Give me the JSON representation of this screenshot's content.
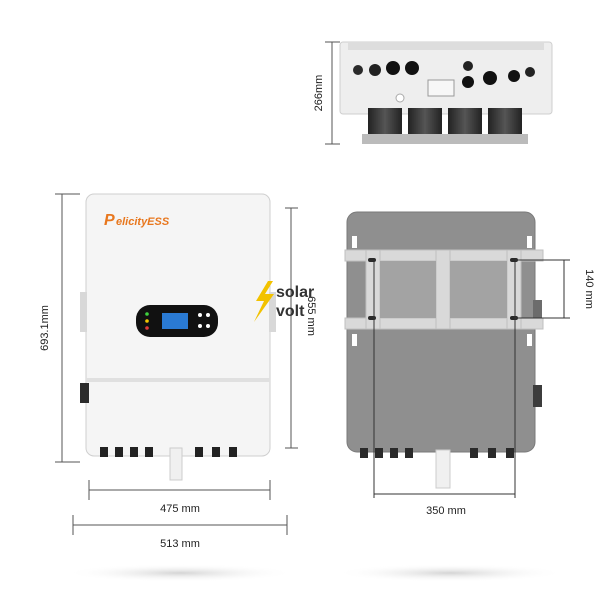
{
  "brand": {
    "logo_name": "PelicityESS",
    "logo_text": "elicityESS",
    "logo_initial": "P"
  },
  "watermark": {
    "line1": "solar",
    "line2": "volt"
  },
  "dimensions": {
    "depth": "266mm",
    "height_outer": "693.1mm",
    "height_inner": "655 mm",
    "width_inner": "475 mm",
    "width_outer": "513 mm",
    "bracket_height": "140 mm",
    "bracket_width": "350 mm"
  },
  "icons": [
    "lightning-bolt-icon",
    "lcd-display",
    "navigation-buttons"
  ],
  "colors": {
    "brand_orange": "#e8771e",
    "inverter_body": "#f4f4f4",
    "back_plate": "#8f8f8f",
    "dimension_lines": "#555555"
  }
}
